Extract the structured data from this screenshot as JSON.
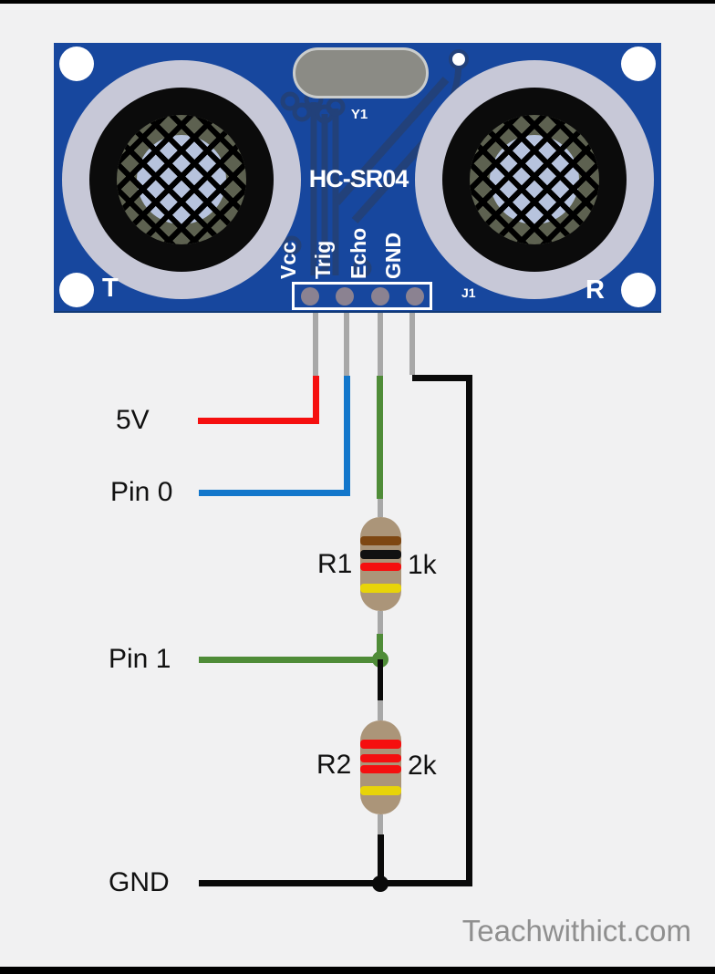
{
  "board": {
    "title": "HC-SR04",
    "crystal_ref": "Y1",
    "connector_ref": "J1",
    "transmitter_label": "T",
    "receiver_label": "R",
    "pin_labels": [
      "Vcc",
      "Trig",
      "Echo",
      "GND"
    ]
  },
  "nets": {
    "v5": "5V",
    "pin0": "Pin 0",
    "pin1": "Pin 1",
    "gnd": "GND"
  },
  "resistors": {
    "r1": {
      "ref": "R1",
      "value": "1k",
      "bands": [
        "brown",
        "black",
        "red",
        "gold"
      ]
    },
    "r2": {
      "ref": "R2",
      "value": "2k",
      "bands": [
        "red",
        "red",
        "red",
        "gold"
      ]
    }
  },
  "watermark": "Teachwithict.com",
  "colors": {
    "pcb_blue": "#17479e",
    "trace_navy": "#22417a",
    "transducer_silver": "#c7c8d7",
    "mesh_olive": "#5d6150",
    "mesh_center_blue": "#b7c3dd",
    "wire_red": "#f50f0f",
    "wire_blue": "#1377cb",
    "wire_green": "#4f8c38",
    "wire_gray": "#a8a8a8",
    "wire_black": "#0a0a0a",
    "resistor_body": "#ab9579",
    "band_brown": "#7e4712",
    "band_black": "#111111",
    "band_red": "#f50f0f",
    "band_gold": "#e8d409"
  }
}
